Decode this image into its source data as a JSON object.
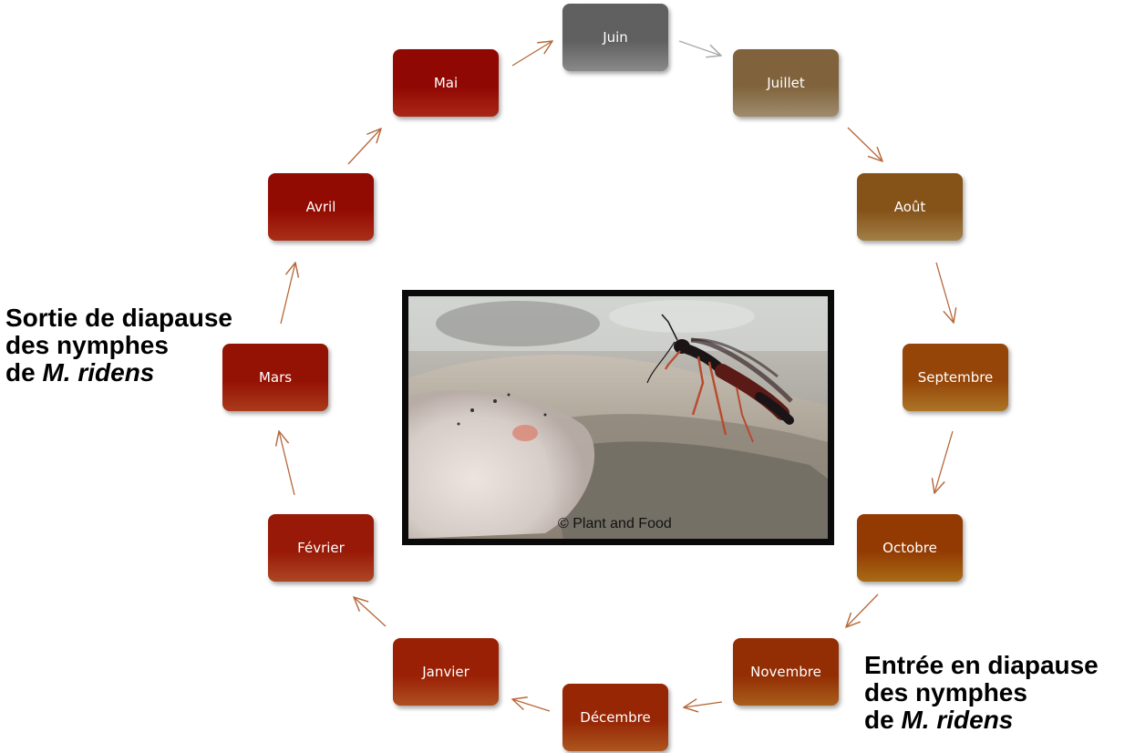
{
  "months": [
    {
      "label": "Janvier",
      "color": "#c65a25"
    },
    {
      "label": "Février",
      "color": "#c5502a"
    },
    {
      "label": "Mars",
      "color": "#c2431f"
    },
    {
      "label": "Avril",
      "color": "#c1361c"
    },
    {
      "label": "Mai",
      "color": "#c02d1a"
    },
    {
      "label": "Juin",
      "color": "#9c9c9c"
    },
    {
      "label": "Juillet",
      "color": "#b59f7c"
    },
    {
      "label": "Août",
      "color": "#b8914f"
    },
    {
      "label": "Septembre",
      "color": "#c3852c"
    },
    {
      "label": "Octobre",
      "color": "#c17a18"
    },
    {
      "label": "Novembre",
      "color": "#c16b1f"
    },
    {
      "label": "Décembre",
      "color": "#c46224"
    }
  ],
  "annotation_left": {
    "line1": "Sortie de diapause",
    "line2": "des nymphes",
    "line3_prefix": "de ",
    "line3_species": "M. ridens"
  },
  "annotation_right": {
    "line1": "Entrée en diapause",
    "line2": "des nymphes",
    "line3_prefix": "de ",
    "line3_species": "M. ridens"
  },
  "photo": {
    "credit": "© Plant and Food"
  },
  "arrow_color": "#b5683a",
  "arrow_color_gray": "#a8a8a8"
}
